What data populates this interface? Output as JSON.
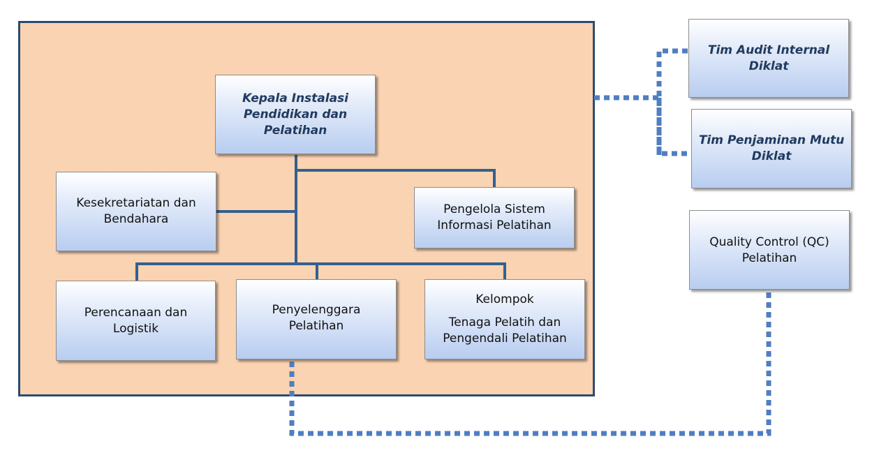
{
  "colors": {
    "frame_fill": "#fad3b2",
    "frame_border": "#2b4a72",
    "connector": "#34608f",
    "dotted_connector": "#4f7ec1",
    "box_gradient_top": "#ffffff",
    "box_gradient_bottom": "#b8cdf0"
  },
  "org": {
    "head": {
      "lines": [
        "Kepala Instalasi",
        "Pendidikan dan",
        "Pelatihan"
      ]
    },
    "secretariat": {
      "lines": [
        "Kesekretariatan dan",
        "Bendahara"
      ]
    },
    "info_system": {
      "lines": [
        "Pengelola Sistem",
        "Informasi Pelatihan"
      ]
    },
    "planning": {
      "lines": [
        "Perencanaan dan",
        "Logistik"
      ]
    },
    "organizer": {
      "lines": [
        "Penyelenggara",
        "Pelatihan"
      ]
    },
    "trainers": {
      "title": "Kelompok",
      "lines": [
        "Tenaga Pelatih dan",
        "Pengendali Pelatihan"
      ]
    }
  },
  "external": {
    "audit": {
      "lines": [
        "Tim Audit Internal",
        "Diklat"
      ]
    },
    "quality_assurance": {
      "lines": [
        "Tim Penjaminan Mutu",
        "Diklat"
      ]
    },
    "quality_control": {
      "lines": [
        "Quality Control (QC)",
        "Pelatihan"
      ]
    }
  }
}
